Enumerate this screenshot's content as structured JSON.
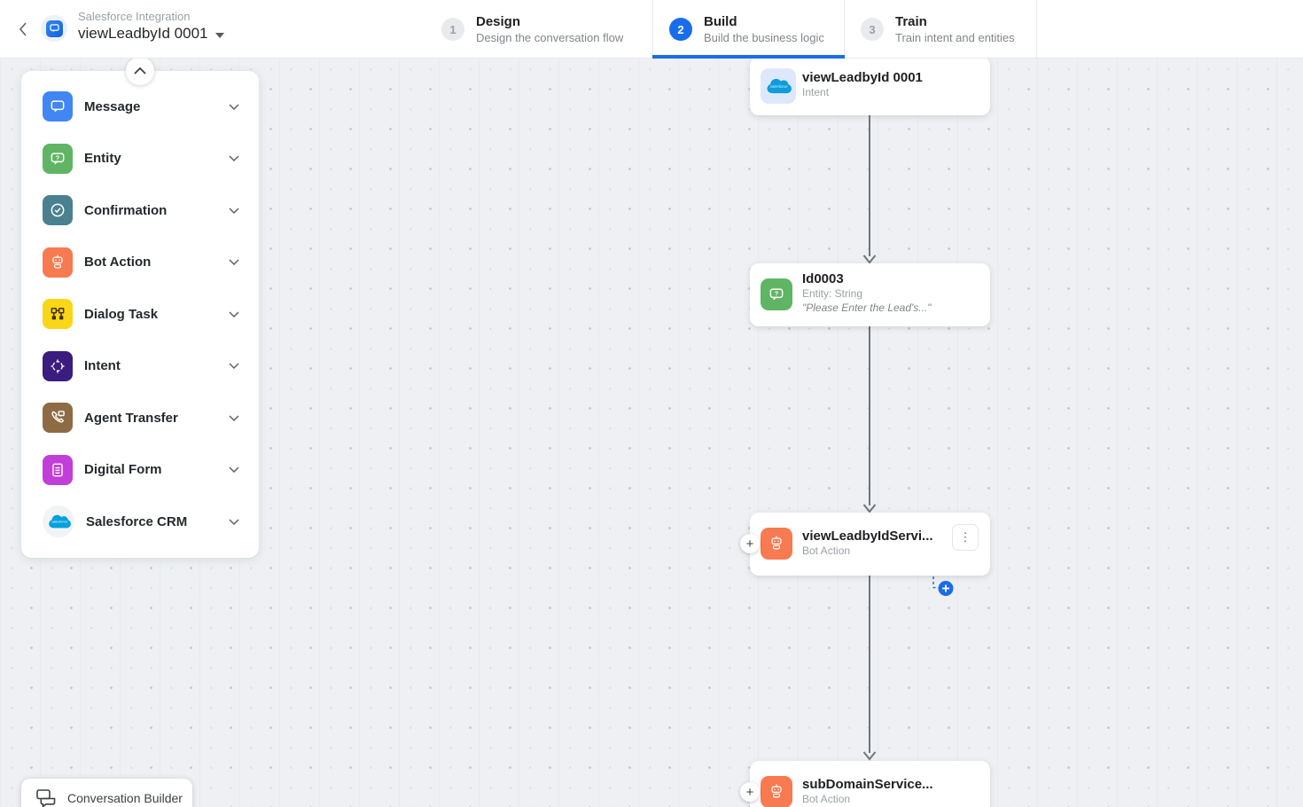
{
  "header": {
    "project_subtitle": "Salesforce Integration",
    "project_title": "viewLeadbyId 0001",
    "steps": [
      {
        "number": "1",
        "label": "Design",
        "description": "Design the conversation flow",
        "state": "inactive"
      },
      {
        "number": "2",
        "label": "Build",
        "description": "Build the business logic",
        "state": "active"
      },
      {
        "number": "3",
        "label": "Train",
        "description": "Train intent and entities",
        "state": "inactive"
      }
    ]
  },
  "palette": {
    "items": [
      {
        "label": "Message",
        "icon": "message-icon",
        "color": "#4285F4"
      },
      {
        "label": "Entity",
        "icon": "entity-icon",
        "color": "#5FB563"
      },
      {
        "label": "Confirmation",
        "icon": "confirmation-icon",
        "color": "#4A8090"
      },
      {
        "label": "Bot Action",
        "icon": "bot-action-icon",
        "color": "#F87A50"
      },
      {
        "label": "Dialog Task",
        "icon": "dialog-task-icon",
        "color": "#FBD617"
      },
      {
        "label": "Intent",
        "icon": "intent-icon",
        "color": "#3A1D7E"
      },
      {
        "label": "Agent Transfer",
        "icon": "agent-transfer-icon",
        "color": "#8F6B44"
      },
      {
        "label": "Digital Form",
        "icon": "digital-form-icon",
        "color": "#C13FD8"
      },
      {
        "label": "Salesforce CRM",
        "icon": "salesforce-icon",
        "color": "#00A1E0"
      }
    ]
  },
  "canvas": {
    "nodes": [
      {
        "title": "viewLeadbyId 0001",
        "subtitle": "Intent"
      },
      {
        "title": "Id0003",
        "subtitle": "Entity: String",
        "quote": "\"Please Enter the Lead's...\""
      },
      {
        "title": "viewLeadbyIdServi...",
        "subtitle": "Bot Action"
      },
      {
        "title": "subDomainService...",
        "subtitle": "Bot Action"
      }
    ]
  },
  "footer": {
    "conversation_builder": "Conversation Builder"
  },
  "icons": {
    "kebab": "⋮",
    "plus": "+"
  },
  "colors": {
    "accent_blue": "#1A6DEA",
    "connector_gray": "#70757C",
    "salesforce_blue": "#00A1E0",
    "canvas_bg": "#EEF0F3"
  }
}
